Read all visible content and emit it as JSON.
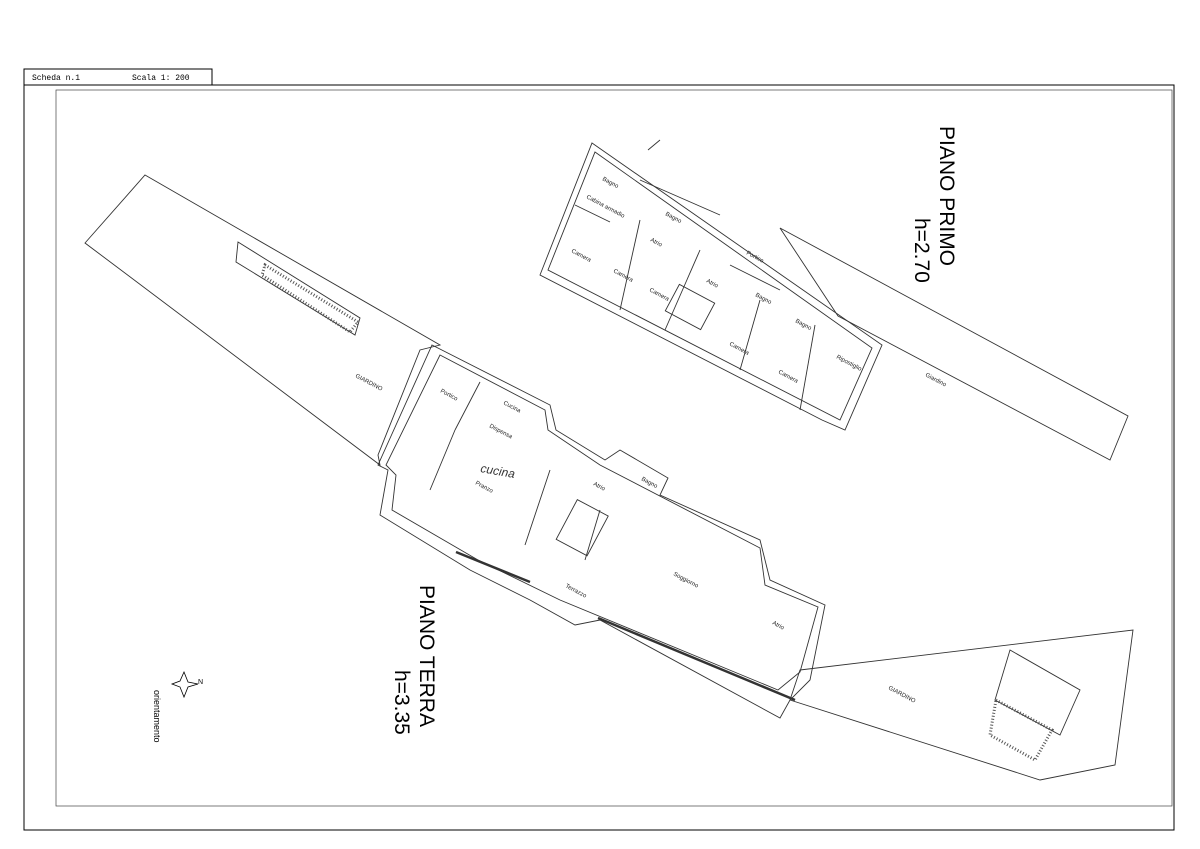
{
  "header": {
    "sheet": "Scheda n.1",
    "scale": "Scala 1: 200"
  },
  "piano_primo": {
    "title": "PIANO PRIMO",
    "height": "h=2.70",
    "rooms": [
      "Bagno",
      "Cabina armadio",
      "Bagno",
      "Atrio",
      "Portico",
      "Camera",
      "Camera",
      "Camera",
      "Atrio",
      "Bagno",
      "Bagno",
      "Camera",
      "Camera",
      "Ripostiglio"
    ],
    "garden": "Giardino"
  },
  "piano_terra": {
    "title": "PIANO TERRA",
    "height": "h=3.35",
    "rooms": [
      "Portico",
      "Cucina",
      "Dispensa",
      "Pranzo",
      "Atrio",
      "Bagno",
      "Soggiorno",
      "Terrazzo",
      "Atrio"
    ],
    "handwritten_note": "cucina",
    "garden_left": "GIARDINO",
    "garden_right": "GIARDINO"
  },
  "orientation": {
    "label": "orientamento",
    "north": "N"
  }
}
